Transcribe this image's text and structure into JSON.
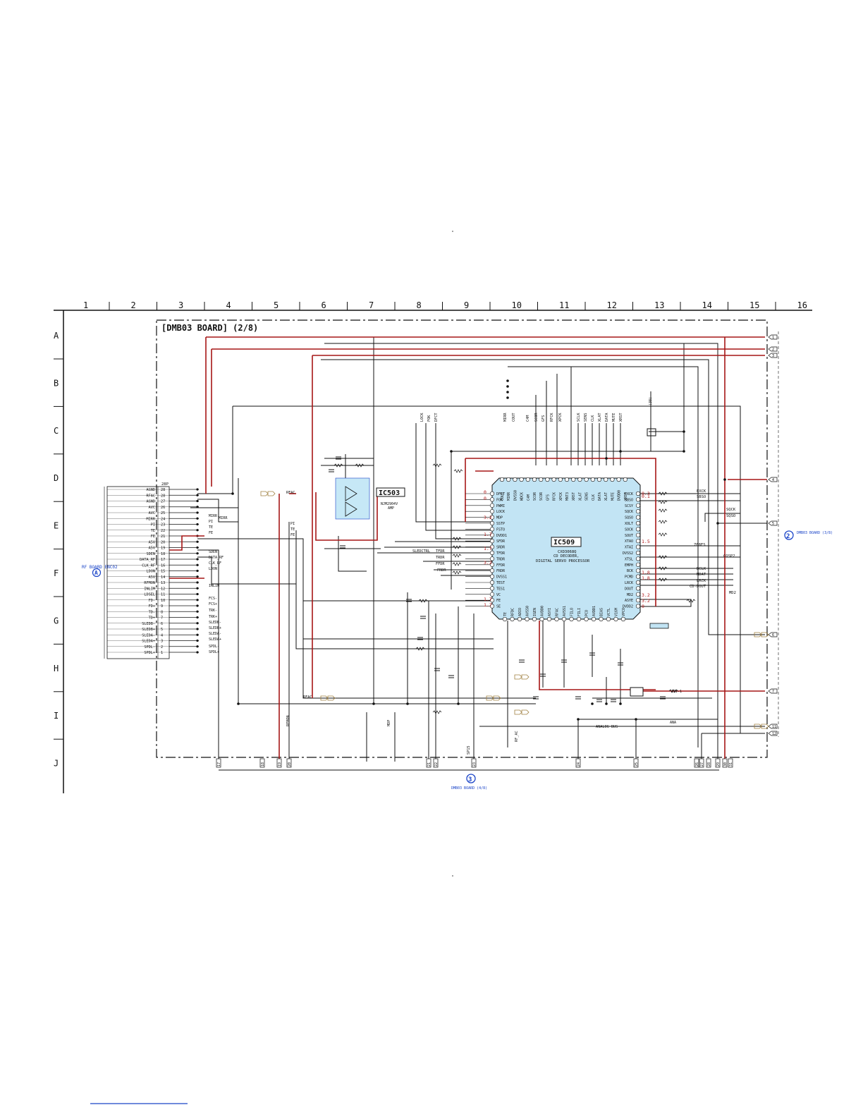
{
  "grid": {
    "columns": [
      "1",
      "2",
      "3",
      "4",
      "5",
      "6",
      "7",
      "8",
      "9",
      "10",
      "11",
      "12",
      "13",
      "14",
      "15",
      "16"
    ],
    "rows": [
      "A",
      "B",
      "C",
      "D",
      "E",
      "F",
      "G",
      "H",
      "I",
      "J"
    ]
  },
  "board_title": "[DMB03 BOARD] (2/8)",
  "connector": {
    "header": "28P",
    "pins": [
      {
        "name": "AGND",
        "num": "28"
      },
      {
        "name": "RFAC",
        "num": "28"
      },
      {
        "name": "AGND",
        "num": "27"
      },
      {
        "name": "AVC",
        "num": "26"
      },
      {
        "name": "AVC",
        "num": "25"
      },
      {
        "name": "MIRR",
        "num": "24"
      },
      {
        "name": "PI",
        "num": "23"
      },
      {
        "name": "TE",
        "num": "22"
      },
      {
        "name": "FE",
        "num": "21"
      },
      {
        "name": "A5V",
        "num": "20"
      },
      {
        "name": "A5V",
        "num": "19"
      },
      {
        "name": "SDEN",
        "num": "18"
      },
      {
        "name": "DATA_RF",
        "num": "17"
      },
      {
        "name": "CLK_RF",
        "num": "16"
      },
      {
        "name": "LDON",
        "num": "15"
      },
      {
        "name": "A5V",
        "num": "14"
      },
      {
        "name": "RFMON",
        "num": "13"
      },
      {
        "name": "INLIM",
        "num": "12"
      },
      {
        "name": "LDSEL",
        "num": "11"
      },
      {
        "name": "FD-",
        "num": "10"
      },
      {
        "name": "FD+",
        "num": "9"
      },
      {
        "name": "TD-",
        "num": "8"
      },
      {
        "name": "TD+",
        "num": "7"
      },
      {
        "name": "SLEDB-",
        "num": "6"
      },
      {
        "name": "SLEDB+",
        "num": "5"
      },
      {
        "name": "SLEDA-",
        "num": "4"
      },
      {
        "name": "SLEDA+",
        "num": "3"
      },
      {
        "name": "SPDL-",
        "num": "2"
      },
      {
        "name": "SPDL+",
        "num": "1"
      }
    ],
    "nets": [
      "MIRR",
      "PI",
      "TE",
      "FE",
      "SDEN",
      "DATA_RF",
      "CLK_RF",
      "LDON",
      "INLIM",
      "FCS-",
      "FCS+",
      "TRK-",
      "TRK+",
      "SLEDB-",
      "SLEDB+",
      "SLEDA-",
      "SLEDA+",
      "SPDL-",
      "SPDL+"
    ]
  },
  "rf_board": {
    "label": "RF BOARD ENC02",
    "marker": "A"
  },
  "ic503": {
    "ref": "IC503",
    "part": "NJM2904V",
    "desc": "AMP"
  },
  "ic509": {
    "ref": "IC509",
    "part": "CXD3068Q",
    "desc1": "CD DECODER,",
    "desc2": "DIGITAL SERVO PROCESSOR",
    "left_pins": [
      "DFCT",
      "FOK",
      "PWMI",
      "LOCK",
      "MDP",
      "SSTP",
      "FSTO",
      "DVDD1",
      "SFDR",
      "SRDR",
      "TFDR",
      "TRDR",
      "FFDR",
      "FRDR",
      "DVSS1",
      "TEST",
      "TES1",
      "VC",
      "FE",
      "SE"
    ],
    "right_pins": [
      "EXCK",
      "SBSO",
      "SCSY",
      "SQCK",
      "SQSO",
      "XOLT",
      "SOCK",
      "SOUT",
      "XTAO",
      "XTAI",
      "DVSS2",
      "XTSL",
      "EMPH",
      "BCK",
      "PCMD",
      "LRCK",
      "DOUT",
      "MD2",
      "ASYE",
      "DVDD2"
    ],
    "top_pins": [
      "COUT",
      "MIRR",
      "DVSS0",
      "WDCK",
      "C4M",
      "SCOR",
      "SCOR",
      "GFS",
      "RFCK",
      "XPCK",
      "MNT3",
      "XRST",
      "XLAT",
      "SENS",
      "CLK",
      "DATA",
      "XLAT",
      "MUTE",
      "DVDD0",
      "XRST"
    ],
    "bottom_pins": [
      "TE",
      "RFDC",
      "ADIO",
      "AVSS0",
      "IGEN",
      "AVDD0",
      "ASYI",
      "RFAC",
      "AVSS1",
      "FILO",
      "FILI",
      "PCO",
      "AVDD1",
      "BIAS",
      "VCTL",
      "V16M",
      "VPCO"
    ]
  },
  "red_voltages": [
    "0",
    "0",
    "3.2",
    "1.7",
    "1.7",
    "3.2",
    "0.3",
    "1.5",
    "1.8",
    "1.7",
    "1.7",
    "1.8",
    "3.2",
    "3.2",
    "0",
    "0.1"
  ],
  "right_signals": [
    "EXCK",
    "SBSO",
    "SQCK",
    "SQSO",
    "768FS",
    "COSP2",
    "BCLK",
    "MDAT",
    "LRCK",
    "CD-DOUT",
    "MD2"
  ],
  "top_signals": [
    "LOCK",
    "FOK",
    "DFCT",
    "MIRR",
    "COUT",
    "C4M",
    "SCOR",
    "GFS",
    "RFCK",
    "XPCK",
    "SCLK",
    "SENS",
    "CLK",
    "XLAT",
    "DATA",
    "MUTE",
    "XRST"
  ],
  "net_labels": [
    "RFAC",
    "MIRR",
    "PI",
    "TE",
    "FE",
    "SLEDCTRL",
    "TFDR",
    "TRDR",
    "FFDR",
    "FRDR",
    "RFAC",
    "ANALOG BUS",
    "SP15",
    "RF_AC",
    "RFMON",
    "MDP"
  ],
  "off_sheet_right": [
    {
      "num": "1"
    },
    {
      "num": "2"
    },
    {
      "num": "3"
    },
    {
      "num": "4"
    },
    {
      "num": "5"
    },
    {
      "num": "6"
    },
    {
      "num": "7"
    },
    {
      "num": "11"
    },
    {
      "num": "12"
    }
  ],
  "dmb03_right": {
    "marker": "2",
    "label": "DMB03 BOARD (3/8)"
  },
  "dmb03_bottom": {
    "marker": "3",
    "label": "DMB03 BOARD (4/8)"
  },
  "bottom_labels": [
    "17",
    "18",
    "19",
    "20",
    "21",
    "22",
    "23",
    "24",
    "25",
    "26",
    "27",
    "28",
    "29",
    "30",
    "31"
  ],
  "misc": {
    "a3v": "A3V-1",
    "ana": "ANA",
    "x1": "768FS",
    "xtal": "(38)"
  }
}
